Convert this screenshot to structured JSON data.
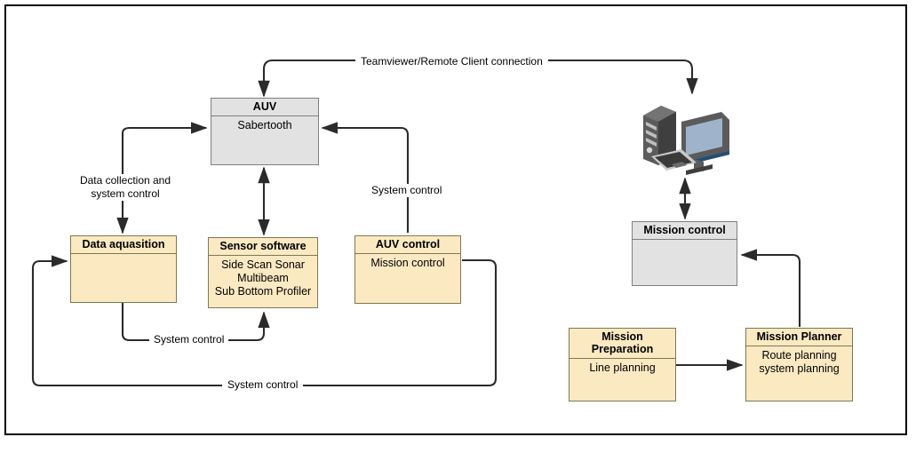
{
  "diagram": {
    "title": "AUV system architecture diagram",
    "colors": {
      "node_fill": "#fbe9c2",
      "node_fill_gray": "#e2e2e2",
      "node_border": "#7a7a52",
      "node_border_gray": "#808080",
      "wire": "#2b2b2b",
      "frame": "#000000",
      "background": "#ffffff"
    },
    "nodes": [
      {
        "id": "auv",
        "header": "AUV",
        "body": "Sabertooth"
      },
      {
        "id": "data-aquasition",
        "header": "Data aquasition",
        "body": ""
      },
      {
        "id": "sensor-software",
        "header": "Sensor software",
        "body": "Side Scan Sonar\nMultibeam\nSub Bottom Profiler"
      },
      {
        "id": "auv-control",
        "header": "AUV control",
        "body": "Mission control"
      },
      {
        "id": "mission-control",
        "header": "Mission control",
        "body": ""
      },
      {
        "id": "mission-preparation",
        "header": "Mission Preparation",
        "body": "Line planning"
      },
      {
        "id": "mission-planner",
        "header": "Mission Planner",
        "body": "Route planning\nsystem planning"
      }
    ],
    "edge_labels": {
      "teamviewer": "Teamviewer/Remote Client connection",
      "data_collection": "Data collection and\nsystem control",
      "system_control_right": "System control",
      "system_control_mid": "System control",
      "system_control_bottom": "System control"
    },
    "icons": {
      "workstation": "desktop-computer-icon"
    }
  }
}
